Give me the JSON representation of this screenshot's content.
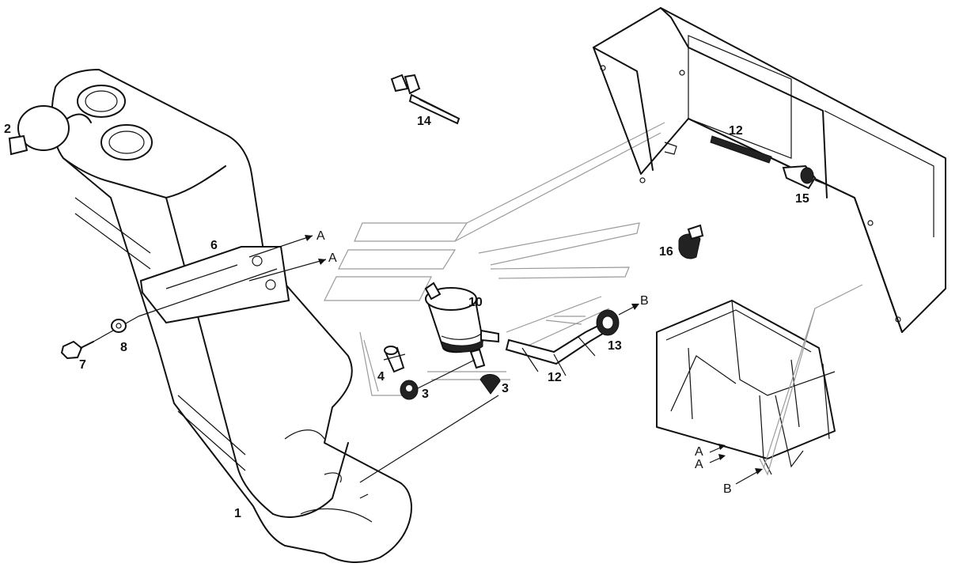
{
  "diagram": {
    "callouts": [
      {
        "id": "1",
        "text": "1"
      },
      {
        "id": "2",
        "text": "2"
      },
      {
        "id": "3a",
        "text": "3"
      },
      {
        "id": "3b",
        "text": "3"
      },
      {
        "id": "4",
        "text": "4"
      },
      {
        "id": "6",
        "text": "6"
      },
      {
        "id": "7",
        "text": "7"
      },
      {
        "id": "8",
        "text": "8"
      },
      {
        "id": "10",
        "text": "10"
      },
      {
        "id": "12a",
        "text": "12"
      },
      {
        "id": "12b",
        "text": "12"
      },
      {
        "id": "13",
        "text": "13"
      },
      {
        "id": "14",
        "text": "14"
      },
      {
        "id": "15",
        "text": "15"
      },
      {
        "id": "16",
        "text": "16"
      }
    ],
    "references": [
      {
        "id": "A1",
        "text": "A"
      },
      {
        "id": "A2",
        "text": "A"
      },
      {
        "id": "A3",
        "text": "A"
      },
      {
        "id": "A4",
        "text": "A"
      },
      {
        "id": "B1",
        "text": "B"
      },
      {
        "id": "B2",
        "text": "B"
      }
    ]
  }
}
